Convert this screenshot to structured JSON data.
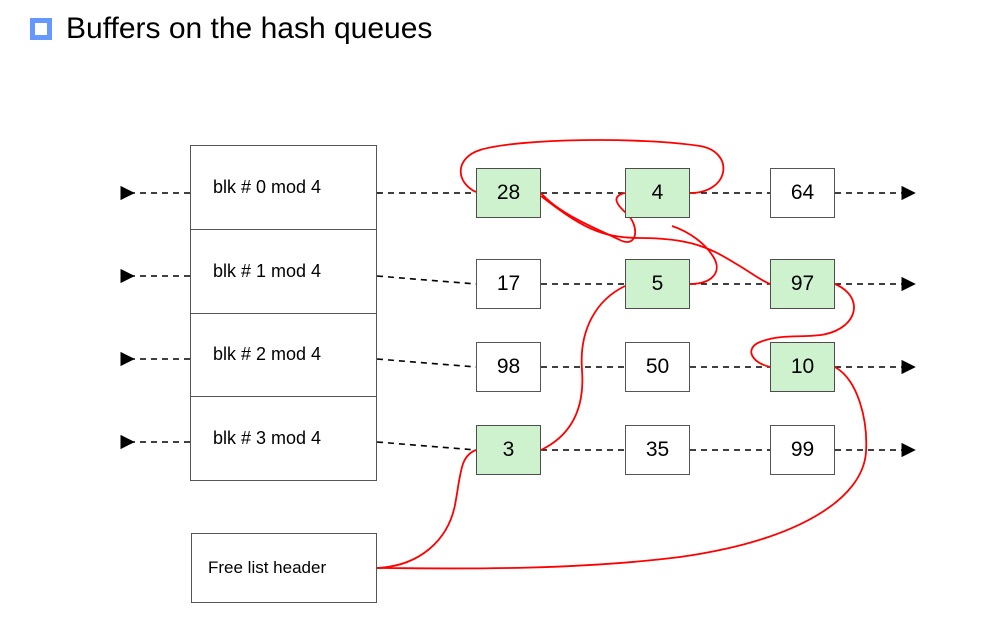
{
  "slide": {
    "title": "Buffers on the hash queues",
    "bullet_icon": "hollow-square-bullet-icon",
    "bullet_color": "#6699ff"
  },
  "legend": {
    "free_fill_color": "#cdf2cd",
    "used_fill_color": "#ffffff",
    "free_list_link_color": "#ff0000",
    "hash_link_color": "#000000"
  },
  "hash_table": {
    "rows": [
      {
        "label": "blk # 0 mod 4"
      },
      {
        "label": "blk # 1 mod 4"
      },
      {
        "label": "blk # 2 mod 4"
      },
      {
        "label": "blk # 3 mod 4"
      }
    ]
  },
  "free_list": {
    "header_label": "Free list header",
    "order": [
      "3",
      "5",
      "97",
      "10"
    ]
  },
  "chart_data": {
    "type": "diagram",
    "title": "Buffers on the hash queues",
    "description": "Hash queue table of four buckets; each bucket chains three buffer nodes. Green buffers are also on the free list.",
    "buckets": [
      {
        "label": "blk # 0 mod 4",
        "buffers": [
          {
            "value": "28",
            "on_free_list": true
          },
          {
            "value": "4",
            "on_free_list": true
          },
          {
            "value": "64",
            "on_free_list": false
          }
        ]
      },
      {
        "label": "blk # 1 mod 4",
        "buffers": [
          {
            "value": "17",
            "on_free_list": false
          },
          {
            "value": "5",
            "on_free_list": true
          },
          {
            "value": "97",
            "on_free_list": true
          }
        ]
      },
      {
        "label": "blk # 2 mod 4",
        "buffers": [
          {
            "value": "98",
            "on_free_list": false
          },
          {
            "value": "50",
            "on_free_list": false
          },
          {
            "value": "10",
            "on_free_list": true
          }
        ]
      },
      {
        "label": "blk # 3 mod 4",
        "buffers": [
          {
            "value": "3",
            "on_free_list": true
          },
          {
            "value": "35",
            "on_free_list": false
          },
          {
            "value": "99",
            "on_free_list": false
          }
        ]
      }
    ],
    "free_list_chain": [
      "Free list header",
      "3",
      "5",
      "97",
      "10",
      "Free list header"
    ],
    "extra_free_link": [
      "4",
      "28"
    ]
  }
}
